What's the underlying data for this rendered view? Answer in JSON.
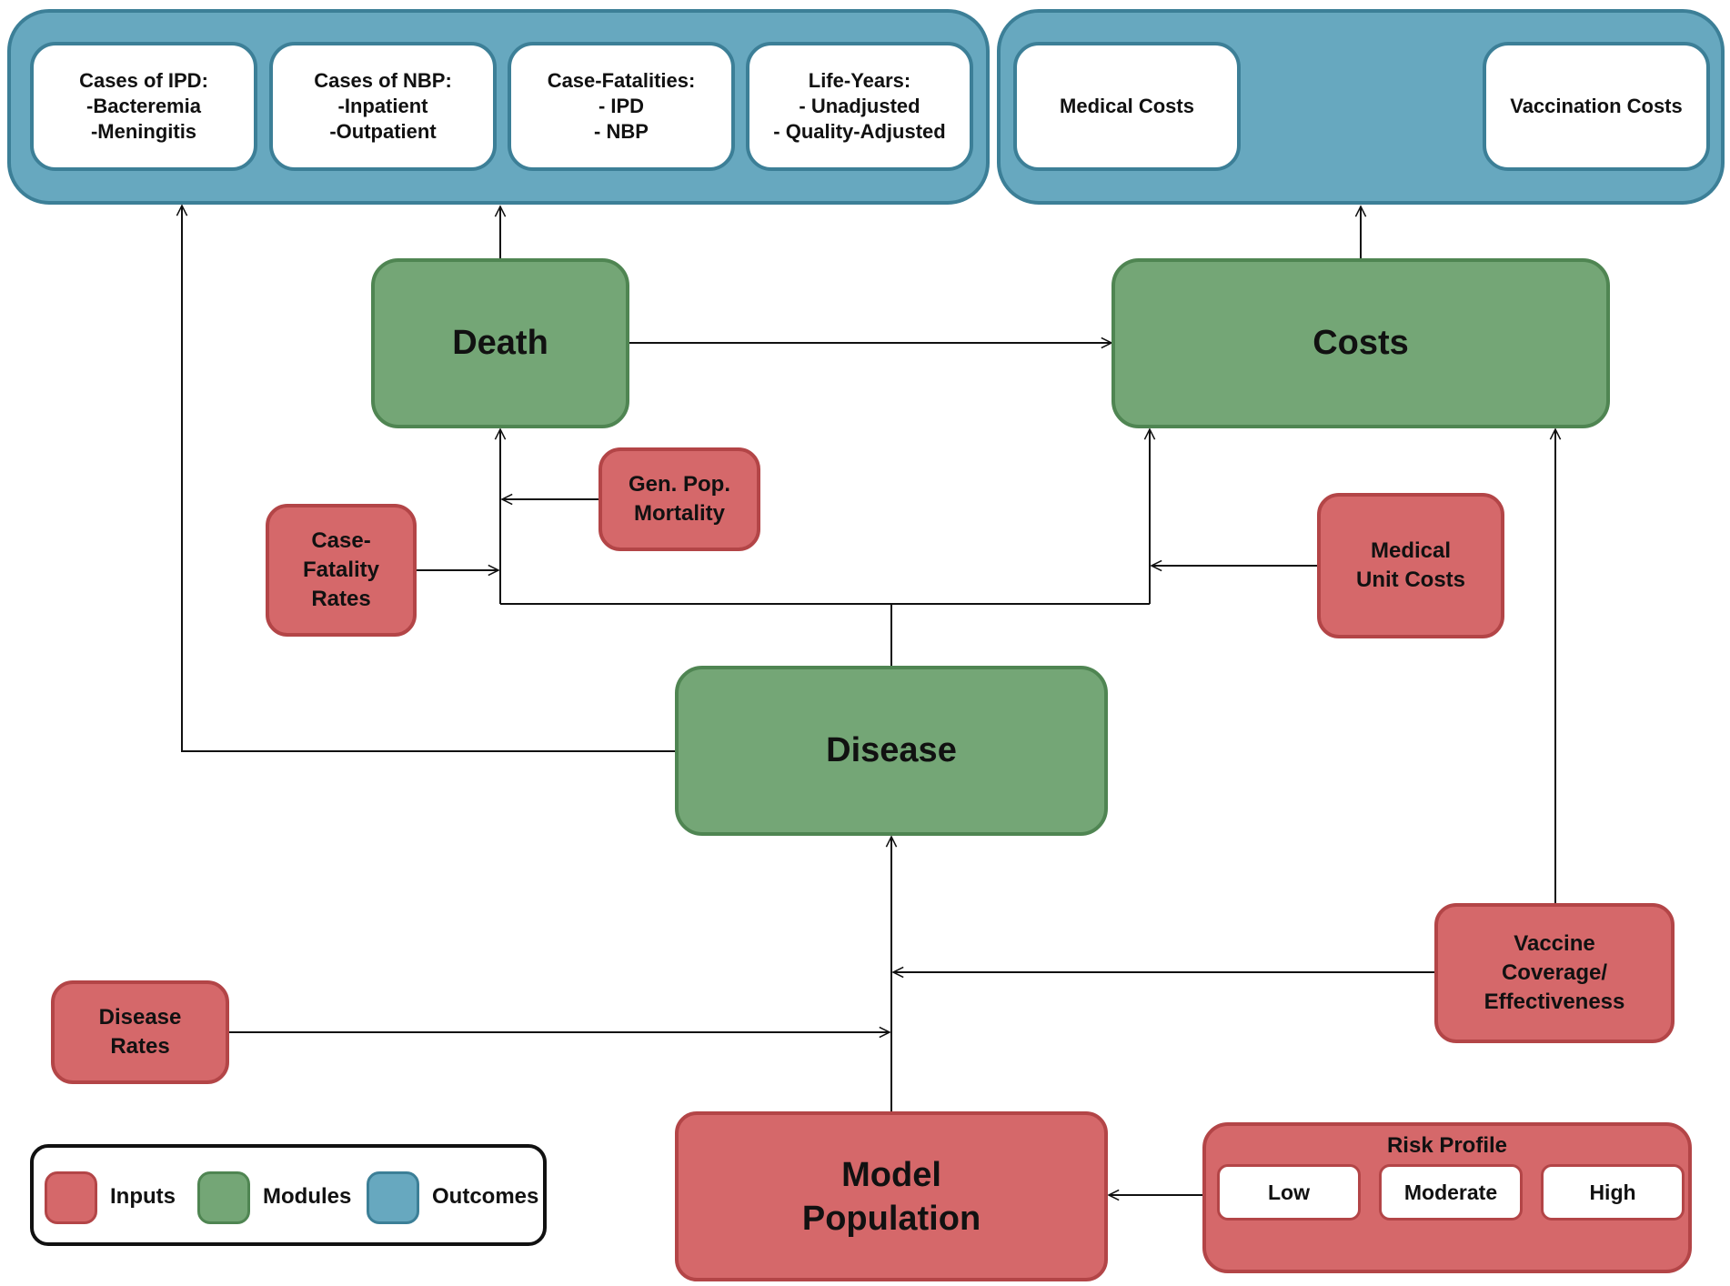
{
  "outcomes": {
    "health_cards": [
      {
        "lines": [
          "Cases of IPD:",
          "-Bacteremia",
          "-Meningitis"
        ]
      },
      {
        "lines": [
          "Cases of NBP:",
          "-Inpatient",
          "-Outpatient"
        ]
      },
      {
        "lines": [
          "Case-Fatalities:",
          "- IPD",
          "- NBP"
        ]
      },
      {
        "lines": [
          "Life-Years:",
          "- Unadjusted",
          "- Quality-Adjusted"
        ]
      }
    ],
    "cost_cards": [
      {
        "label": "Medical Costs"
      },
      {
        "label": "Vaccination Costs"
      }
    ]
  },
  "modules": {
    "death": "Death",
    "costs": "Costs",
    "disease": "Disease"
  },
  "inputs": {
    "gen_pop_mortality": [
      "Gen. Pop.",
      "Mortality"
    ],
    "case_fatality_rates": [
      "Case-",
      "Fatality",
      "Rates"
    ],
    "medical_unit_costs": [
      "Medical",
      "Unit Costs"
    ],
    "vaccine_coverage": [
      "Vaccine",
      "Coverage/",
      "Effectiveness"
    ],
    "disease_rates": [
      "Disease",
      "Rates"
    ],
    "model_population": [
      "Model",
      "Population"
    ]
  },
  "risk_profile": {
    "title": "Risk Profile",
    "levels": [
      "Low",
      "Moderate",
      "High"
    ]
  },
  "legend": {
    "items": [
      {
        "label": "Inputs",
        "color": "#d5686a"
      },
      {
        "label": "Modules",
        "color": "#74a676"
      },
      {
        "label": "Outcomes",
        "color": "#67a8bf"
      }
    ]
  },
  "colors": {
    "input": "#d5686a",
    "module": "#74a676",
    "outcome": "#67a8bf"
  }
}
